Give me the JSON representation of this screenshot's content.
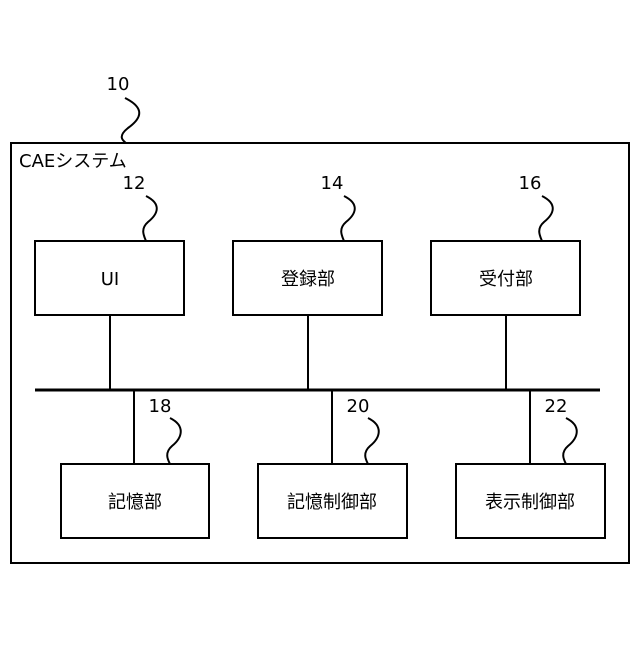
{
  "system": {
    "ref": "10",
    "label": "CAEシステム"
  },
  "blocks": {
    "ui": {
      "ref": "12",
      "label": "UI"
    },
    "registration": {
      "ref": "14",
      "label": "登録部"
    },
    "receiving": {
      "ref": "16",
      "label": "受付部"
    },
    "storage": {
      "ref": "18",
      "label": "記憶部"
    },
    "storage_ctrl": {
      "ref": "20",
      "label": "記憶制御部"
    },
    "display_ctrl": {
      "ref": "22",
      "label": "表示制御部"
    }
  },
  "colors": {
    "line": "#000000",
    "background": "#ffffff"
  }
}
